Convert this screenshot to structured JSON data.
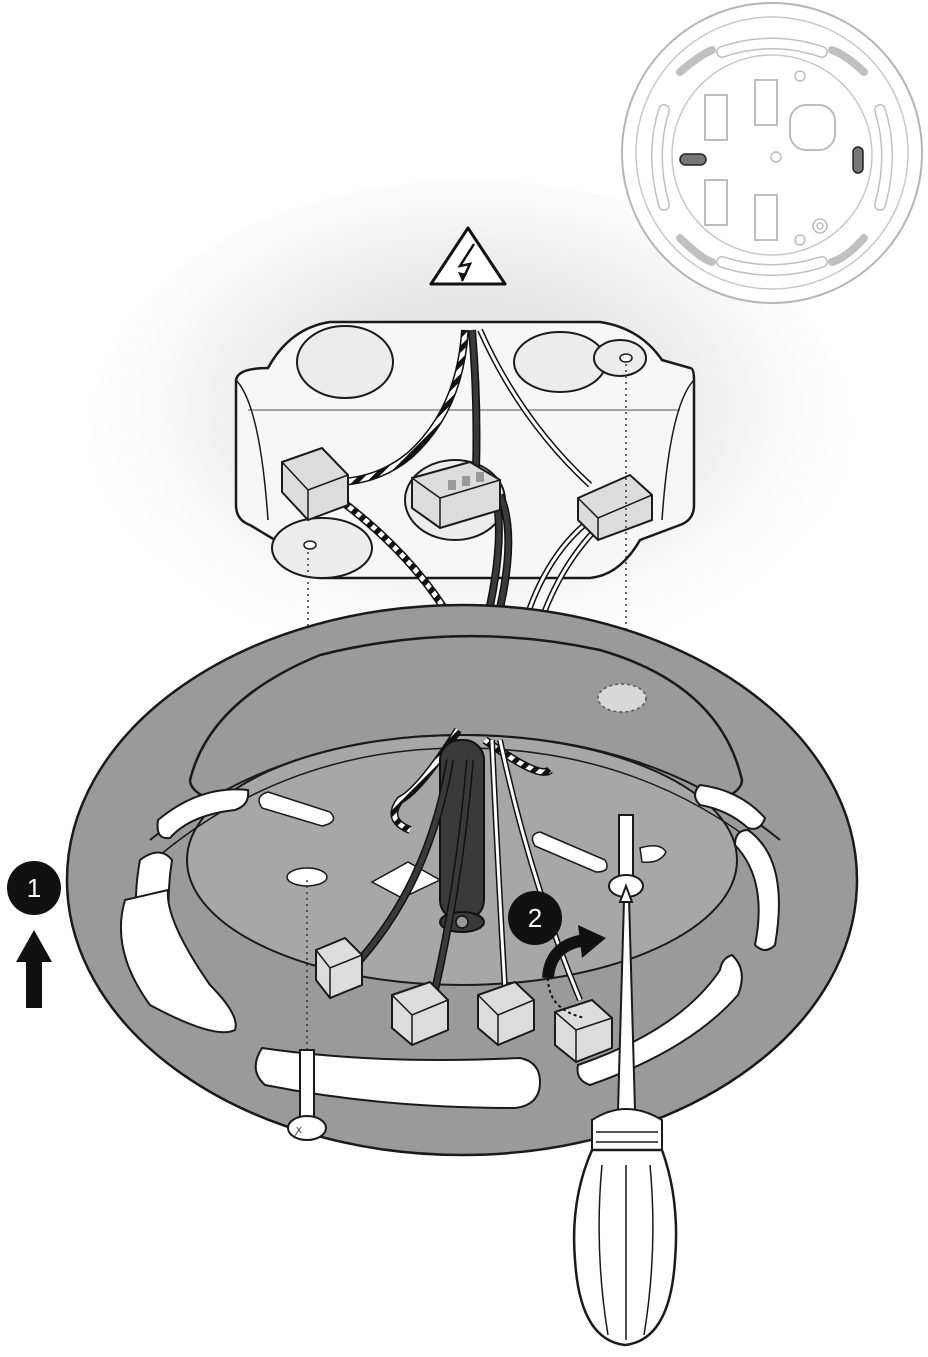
{
  "steps": [
    {
      "number": "1",
      "arrow": "up-arrow"
    },
    {
      "number": "2",
      "arrow": "curved-rotate-arrow"
    }
  ],
  "icons": {
    "warning": "high-voltage-warning-icon",
    "screwdriver": "phillips-screwdriver",
    "screw": "pan-head-screw"
  },
  "colors": {
    "plate_fill": "#9a9a9a",
    "inner_fill": "#a9a9a9",
    "box_fill": "#f7f7f7",
    "connector_fill": "#dcdcdc",
    "outline": "#1a1a1a",
    "badge_fill": "#111111",
    "detail_outline": "#bcbcbc"
  }
}
